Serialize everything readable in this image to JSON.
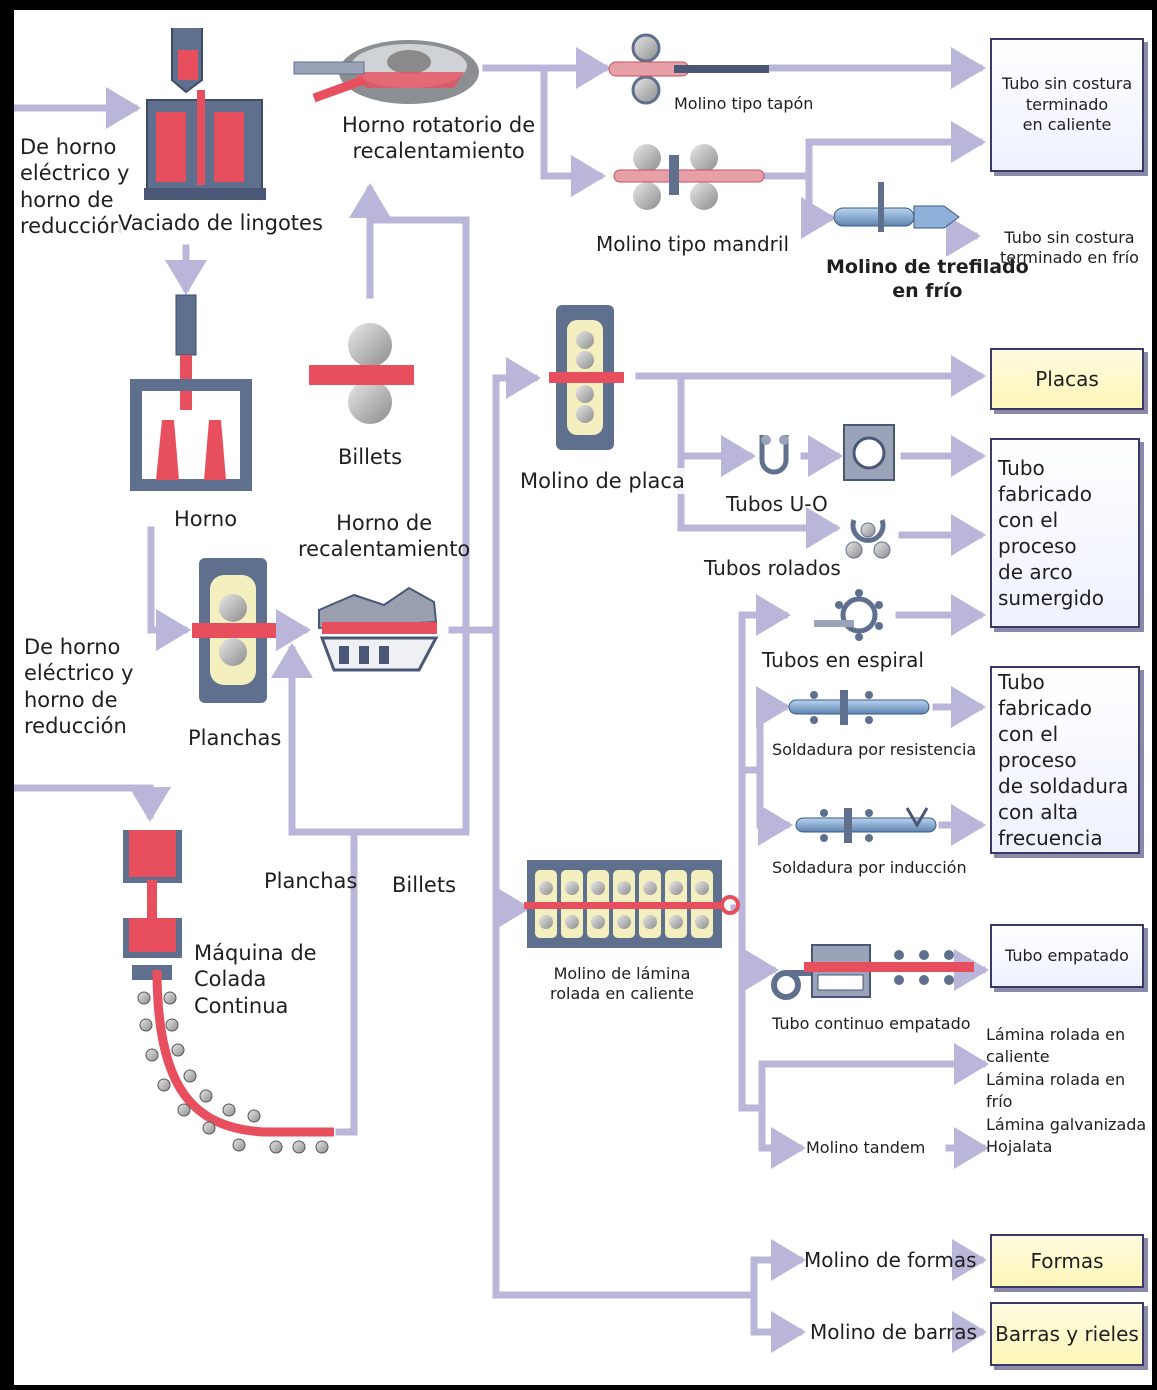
{
  "inputs": {
    "top": "De horno\neléctrico y\nhorno de\nreducción",
    "bottom": "De horno\neléctrico y\nhorno de\nreducción"
  },
  "processes": {
    "vaciado": "Vaciado de lingotes",
    "horno": "Horno",
    "planchas_top": "Planchas",
    "horno_rotatorio": "Horno rotatorio de\nrecalentamiento",
    "billets_top": "Billets",
    "horno_recalentamiento": "Horno de\nrecalentamiento",
    "planchas_bottom": "Planchas",
    "billets_bottom": "Billets",
    "colada": "Máquina de\nColada\nContinua",
    "molino_tapon": "Molino tipo tapón",
    "molino_mandril": "Molino tipo mandril",
    "molino_trefilado": "Molino de trefilado\nen frío",
    "molino_placa": "Molino de placa",
    "tubos_uo": "Tubos U-O",
    "tubos_rolados": "Tubos rolados",
    "tubos_espiral": "Tubos en espiral",
    "soldadura_resistencia": "Soldadura por resistencia",
    "soldadura_induccion": "Soldadura por inducción",
    "molino_lamina": "Molino de lámina\nrolada en caliente",
    "tubo_continuo": "Tubo continuo empatado",
    "molino_tandem": "Molino tandem",
    "molino_formas": "Molino de formas",
    "molino_barras": "Molino de barras"
  },
  "products": {
    "tubo_sin_costura_caliente": "Tubo sin costura\nterminado\nen caliente",
    "tubo_sin_costura_frio": "Tubo sin costura\nterminado en frío",
    "placas": "Placas",
    "tubo_arco": "Tubo fabricado\ncon el proceso\nde arco\nsumergido",
    "tubo_soldadura": "Tubo fabricado\ncon el proceso\nde soldadura\ncon alta\nfrecuencia",
    "tubo_empatado": "Tubo empatado",
    "laminas": "Lámina rolada en\ncaliente\nLámina rolada en frío\nLámina galvanizada\nHojalata",
    "formas": "Formas",
    "barras_rieles": "Barras y rieles"
  },
  "colors": {
    "flow": "#b9b6da",
    "steel": "#e84f5e",
    "equipment": "#5f6f8e",
    "roll": "#a9a9a9",
    "box_border": "#2f2f5a",
    "box_yellow": "#fff6b8"
  }
}
